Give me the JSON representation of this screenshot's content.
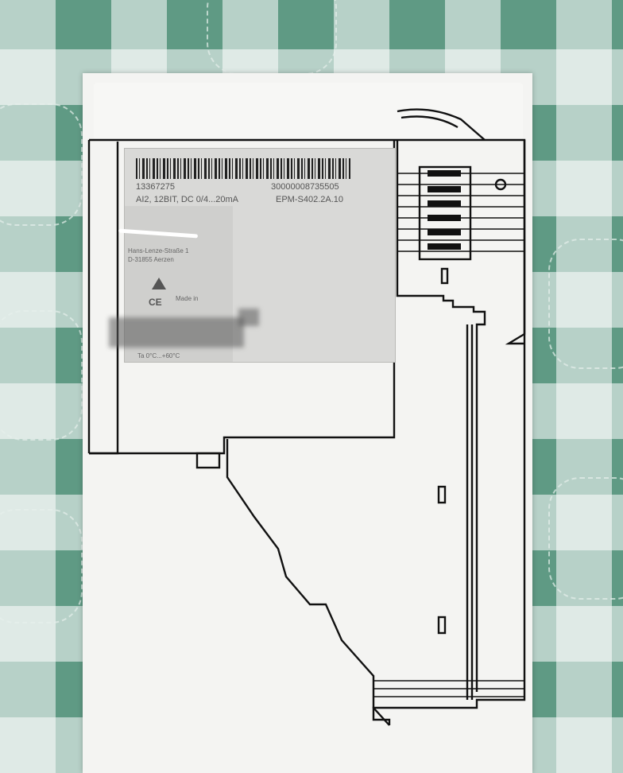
{
  "label": {
    "article_number": "13367275",
    "serial_number": "30000008735505",
    "description": "AI2, 12BIT, DC 0/4...20mA",
    "model": "EPM-S402.2A.10",
    "address_street": "Hans-Lenze-Straße 1",
    "address_city": "D-31855 Aerzen",
    "made_in": "Made in",
    "ambient_temp": "Ta 0°C...+60°C",
    "ce_mark": "CE"
  },
  "icons": {
    "esd": "esd-warning-icon",
    "ce": "ce-mark-icon",
    "barcode": "barcode-icon"
  },
  "colors": {
    "fabric_green": "#5f9a84",
    "box_white": "#f4f4f2",
    "label_gray": "#d9d9d7",
    "line": "#111111"
  }
}
